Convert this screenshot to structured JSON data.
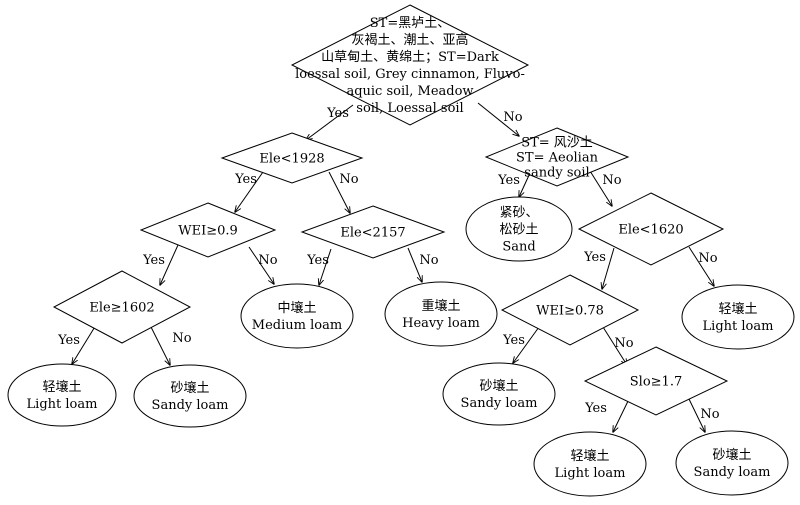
{
  "nodes": {
    "root": {
      "lines": [
        "ST=黑垆土、",
        "灰褐土、潮土、亚高",
        "山草甸土、黄绵土；ST=Dark",
        "loessal soil, Grey cinnamon, Fluvo-",
        "aquic soil, Meadow",
        "soil, Loessal soil"
      ]
    },
    "ele1928": {
      "lines": [
        "Ele<1928"
      ]
    },
    "st_aeolian": {
      "lines": [
        "ST= 风沙土",
        "ST= Aeolian",
        "sandy soil"
      ]
    },
    "wei09": {
      "lines": [
        "WEI≥0.9"
      ]
    },
    "ele2157": {
      "lines": [
        "Ele<2157"
      ]
    },
    "sand": {
      "lines": [
        "紧砂、",
        "松砂土",
        "Sand"
      ]
    },
    "ele1620": {
      "lines": [
        "Ele<1620"
      ]
    },
    "ele1602": {
      "lines": [
        "Ele≥1602"
      ]
    },
    "medium_loam": {
      "lines": [
        "中壤土",
        "Medium loam"
      ]
    },
    "heavy_loam": {
      "lines": [
        "重壤土",
        "Heavy loam"
      ]
    },
    "wei078": {
      "lines": [
        "WEI≥0.78"
      ]
    },
    "light_loam_r": {
      "lines": [
        "轻壤土",
        "Light loam"
      ]
    },
    "light_loam_l": {
      "lines": [
        "轻壤土",
        "Light loam"
      ]
    },
    "sandy_loam_l": {
      "lines": [
        "砂壤土",
        "Sandy loam"
      ]
    },
    "sandy_loam_m": {
      "lines": [
        "砂壤土",
        "Sandy loam"
      ]
    },
    "slo17": {
      "lines": [
        "Slo≥1.7"
      ]
    },
    "light_loam_b": {
      "lines": [
        "轻壤土",
        "Light loam"
      ]
    },
    "sandy_loam_b": {
      "lines": [
        "砂壤土",
        "Sandy loam"
      ]
    }
  },
  "edges": {
    "root_ele1928": "Yes",
    "root_st": "No",
    "ele1928_wei09": "Yes",
    "ele1928_ele2157": "No",
    "st_sand": "Yes",
    "st_ele1620": "No",
    "wei09_ele1602": "Yes",
    "wei09_medium": "No",
    "ele2157_medium": "Yes",
    "ele2157_heavy": "No",
    "ele1620_wei078": "Yes",
    "ele1620_light": "No",
    "ele1602_light": "Yes",
    "ele1602_sandy": "No",
    "wei078_sandy": "Yes",
    "wei078_slo": "No",
    "slo_light": "Yes",
    "slo_sandy": "No"
  }
}
